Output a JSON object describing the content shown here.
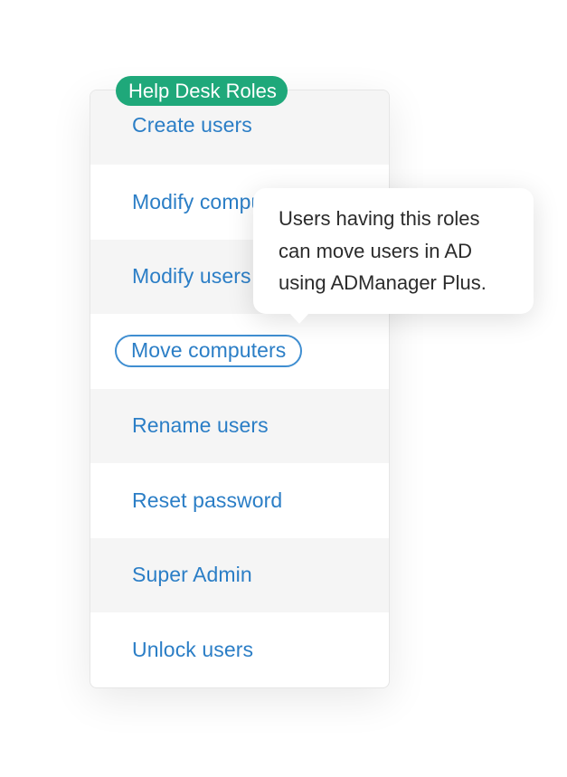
{
  "panel": {
    "badge": "Help Desk Roles",
    "roles": [
      {
        "label": "Create users"
      },
      {
        "label": "Modify computers"
      },
      {
        "label": "Modify users"
      },
      {
        "label": "Move computers"
      },
      {
        "label": "Rename users"
      },
      {
        "label": "Reset password"
      },
      {
        "label": "Super Admin"
      },
      {
        "label": "Unlock users"
      }
    ],
    "selected_role": "Move computers"
  },
  "tooltip": {
    "lines": [
      "Users having this roles",
      "can move users in AD",
      "using ADManager Plus."
    ]
  },
  "colors": {
    "badge": "#1fa87a",
    "link": "#2b7ec6",
    "selected_outline": "#3f8ed1",
    "row_shade": "#f5f5f5"
  }
}
